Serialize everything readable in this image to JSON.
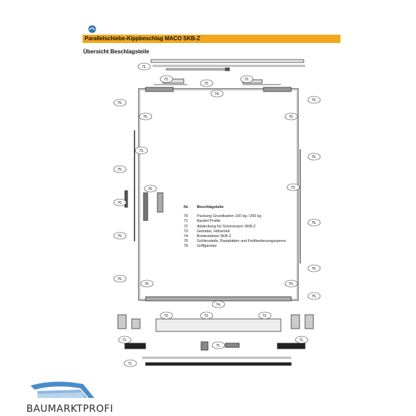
{
  "header": {
    "title": "Parallelschiebe-Kippbeschlag MACO SKB-Z",
    "subtitle": "Übersicht Beschlagsteile"
  },
  "legend": {
    "col_nr": "Nr.",
    "col_name": "Beschlagsteile",
    "items": [
      {
        "nr": "70",
        "name": "Packung Grundkarten 160 kg / 200 kg"
      },
      {
        "nr": "71",
        "name": "Bauteil Profile"
      },
      {
        "nr": "72",
        "name": "Abdeckung für Scherenarm SKB-Z"
      },
      {
        "nr": "73",
        "name": "Getriebe, Höhenteil"
      },
      {
        "nr": "74",
        "name": "Breitenteilset SKB-Z"
      },
      {
        "nr": "75",
        "name": "Schliessteile, Rastplatten und Fehlbedienungssperre"
      },
      {
        "nr": "76",
        "name": "Griffgarnitur"
      }
    ]
  },
  "callouts": {
    "c70": "70.",
    "c71": "71.",
    "c72": "72.",
    "c73": "73.",
    "c74": "74.",
    "c75": "75.",
    "c76": "76."
  },
  "brand": {
    "name": "BAUMARKTPROFI",
    "accent_color": "#f2a81d",
    "logo_color": "#3a7bbd"
  }
}
